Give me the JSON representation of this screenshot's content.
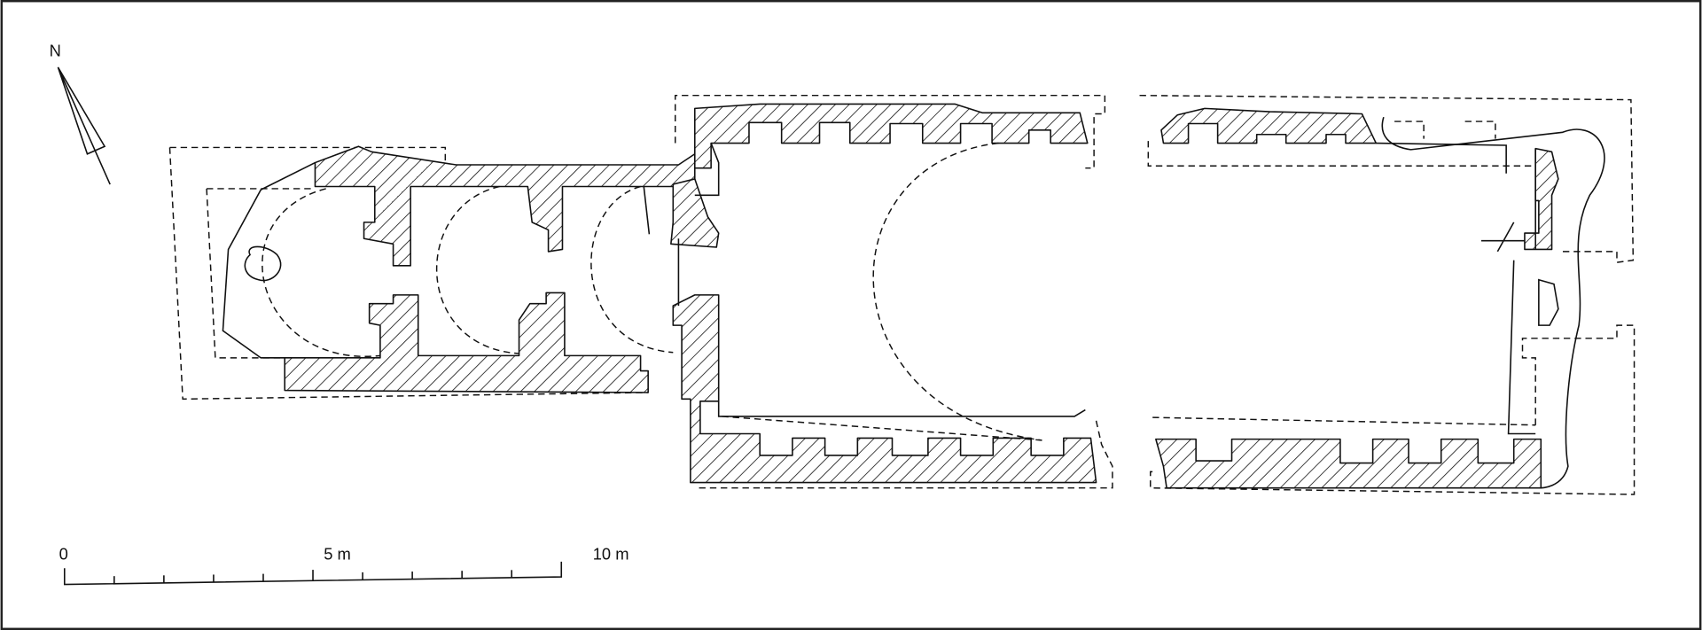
{
  "north_arrow": {
    "label": "N"
  },
  "scale_bar": {
    "labels": [
      "0",
      "5 m",
      "10 m"
    ],
    "units": "m",
    "max": 10,
    "divisions": 10
  },
  "colors": {
    "ink": "#111111",
    "background": "#ffffff"
  }
}
